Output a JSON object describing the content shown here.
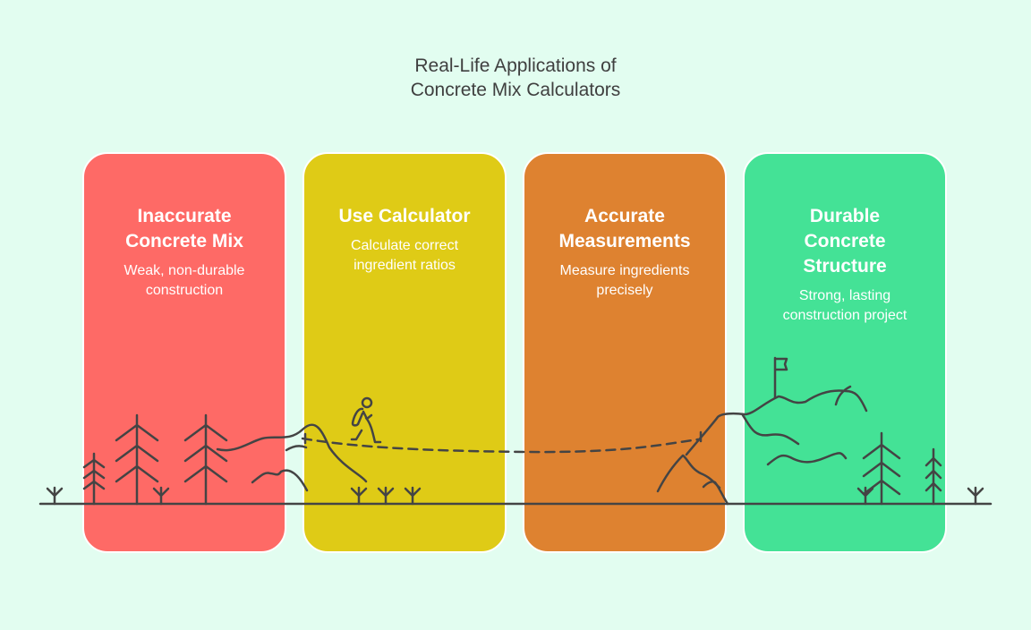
{
  "title": [
    "Real-Life Applications of",
    "Concrete Mix Calculators"
  ],
  "cards": [
    {
      "heading": [
        "Inaccurate",
        "Concrete Mix"
      ],
      "text": [
        "Weak, non-durable",
        "construction"
      ],
      "color": "#fe6a66"
    },
    {
      "heading": [
        "Use Calculator"
      ],
      "text": [
        "Calculate correct",
        "ingredient ratios"
      ],
      "color": "#dfcb16"
    },
    {
      "heading": [
        "Accurate",
        "Measurements"
      ],
      "text": [
        "Measure ingredients",
        "precisely"
      ],
      "color": "#de8230"
    },
    {
      "heading": [
        "Durable",
        "Concrete",
        "Structure"
      ],
      "text": [
        "Strong, lasting",
        "construction project"
      ],
      "color": "#44e296"
    }
  ],
  "icons": [
    "tree-icon",
    "hiker-icon",
    "flag-icon",
    "mountain-icon"
  ]
}
